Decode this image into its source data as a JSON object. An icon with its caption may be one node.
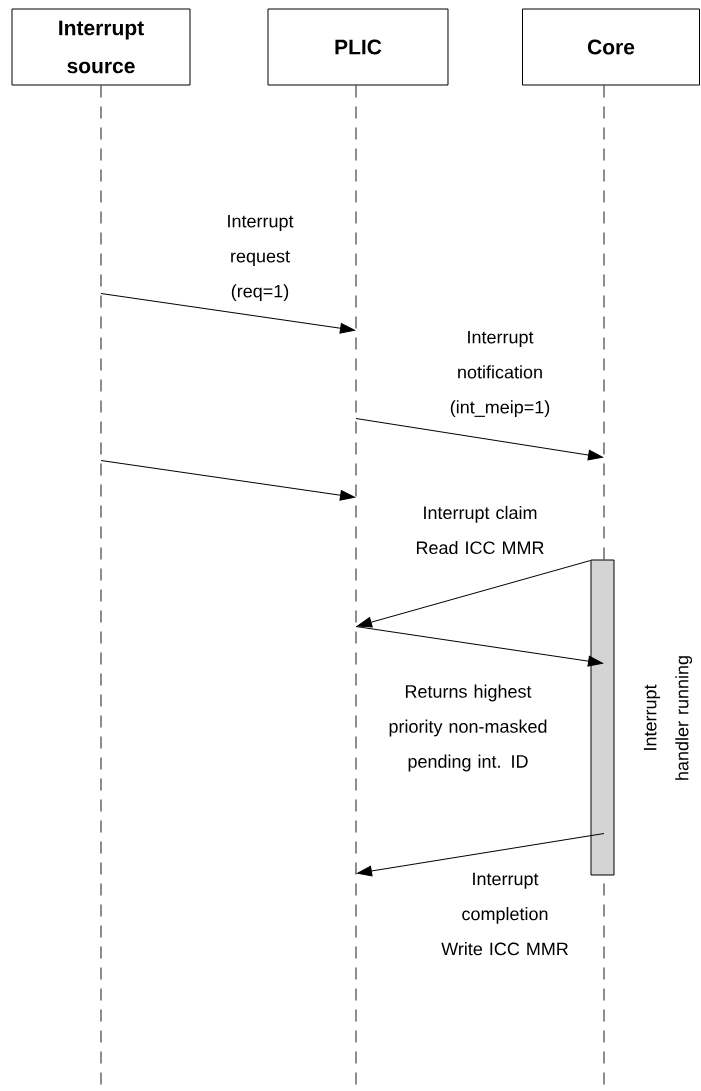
{
  "diagram": {
    "nodes": [
      {
        "text": [
          "Interrupt source"
        ]
      },
      {
        "text": [
          "PLIC"
        ]
      },
      {
        "text": [
          "Core"
        ]
      },
      {
        "text": [],
        "shape": "bar",
        "in": 2
      }
    ],
    "edges": [
      {
        "from": 0,
        "to": 1,
        "arrow": "to",
        "label": "Interrupt request (req=1)"
      },
      {
        "from": 1,
        "to": 2,
        "arrow": "to",
        "label": "Interrupt notification (int_meip=1)"
      },
      {
        "from": 0,
        "to": 1,
        "arrow": "to"
      },
      {
        "from": 3,
        "to": 1,
        "arrow": "to",
        "label": "Interrupt claim Read ICC MMR"
      },
      {
        "from": 1,
        "to": 3,
        "arrow": "to",
        "label": "Returns highest priority non-masked pending int. ID"
      },
      {
        "from": 3,
        "to": 1,
        "arrow": "to",
        "label": "Interrupt completion Write ICC MMR"
      }
    ],
    "labels": [
      "Interrupt handler running"
    ]
  }
}
